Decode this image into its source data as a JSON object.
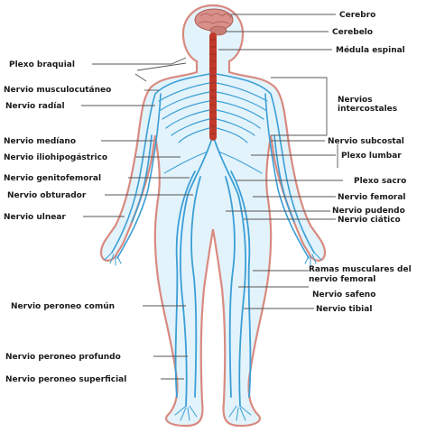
{
  "labels_left": [
    {
      "key": "plexo_braquial",
      "text": "Plexo braquial"
    },
    {
      "key": "musculocutaneo",
      "text": "Nervio musculocutáneo"
    },
    {
      "key": "radial",
      "text": "Nervio radíal"
    },
    {
      "key": "mediano",
      "text": "Nervio medíano"
    },
    {
      "key": "iliohipogastrico",
      "text": "Nervio iliohipogástrico"
    },
    {
      "key": "genitofemoral",
      "text": "Nervio genitofemoral"
    },
    {
      "key": "obturador",
      "text": "Nervio obturador"
    },
    {
      "key": "ulnear",
      "text": "Nervio ulnear"
    },
    {
      "key": "peroneo_comun",
      "text": "Nervio peroneo común"
    },
    {
      "key": "peroneo_profundo",
      "text": "Nervio peroneo profundo"
    },
    {
      "key": "peroneo_superficial",
      "text": "Nervio peroneo superficial"
    }
  ],
  "labels_right": [
    {
      "key": "cerebro",
      "text": "Cerebro"
    },
    {
      "key": "cerebelo",
      "text": "Cerebelo"
    },
    {
      "key": "medula",
      "text": "Médula espinal"
    },
    {
      "key": "intercostales",
      "text": "Nervios intercostales"
    },
    {
      "key": "subcostal",
      "text": "Nervio subcostal"
    },
    {
      "key": "plexo_lumbar",
      "text": "Plexo lumbar"
    },
    {
      "key": "plexo_sacro",
      "text": "Plexo sacro"
    },
    {
      "key": "femoral",
      "text": "Nervio femoral"
    },
    {
      "key": "pudendo",
      "text": "Nervio pudendo"
    },
    {
      "key": "ciatico",
      "text": "Nervio ciático"
    },
    {
      "key": "ramas_musculares",
      "text": "Ramas musculares del nervio femoral"
    },
    {
      "key": "safeno",
      "text": "Nervio safeno"
    },
    {
      "key": "tibial",
      "text": "Nervio tibial"
    }
  ],
  "colors": {
    "nerve": "#3b9fd6",
    "body_fill": "#e3f3fb",
    "body_outline": "#d98a80",
    "spinal_cord": "#c0392b",
    "brain": "#d9908a"
  }
}
